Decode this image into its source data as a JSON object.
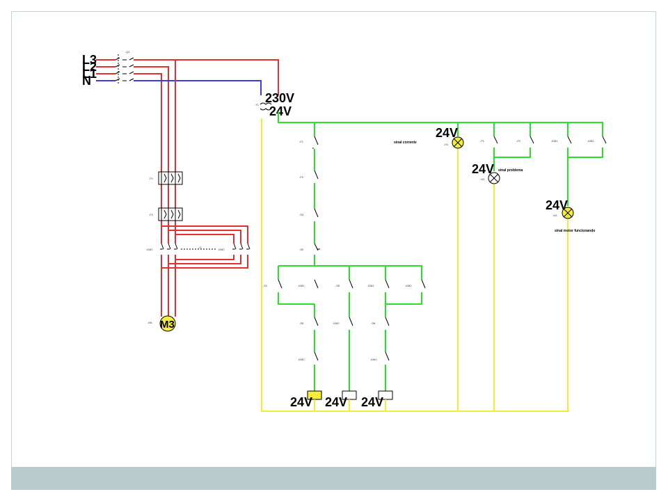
{
  "phases": [
    "L3",
    "L2",
    "L1",
    "N"
  ],
  "components": {
    "main_switch": "-Q1",
    "transformer": "-T1",
    "transformer_primary": "230V",
    "transformer_secondary": "24V",
    "fuse_power_1": "-F1",
    "fuse_power_2": "-F2",
    "contactor_1": "-KM1",
    "contactor_2": "-KM2",
    "motor_tag": "-M1",
    "motor_label": "M3",
    "interlock_tag": "-Q"
  },
  "control_column": [
    "-F1",
    "-F2",
    "-S3",
    "-S2"
  ],
  "control_branches": {
    "row1": [
      "-S1",
      "-KM1",
      "-S5",
      "-KM2",
      "-KM2"
    ],
    "row2": [
      "-S5",
      "-KM2",
      "-S6"
    ],
    "row3": [
      "-KM2",
      "-KM1"
    ]
  },
  "coils": [
    "24V",
    "24V",
    "24V"
  ],
  "right_contacts": [
    "-F1",
    "-F2",
    "-KM1",
    "-KM2"
  ],
  "lamps": [
    {
      "voltage": "24V",
      "tag": "-H1",
      "label": "sinal corrente"
    },
    {
      "voltage": "24V",
      "tag": "-H2",
      "label": "sinal problema"
    },
    {
      "voltage": "24V",
      "tag": "-H3",
      "label": "sinal motor funcionando"
    }
  ],
  "colors": {
    "phase": "#e23030",
    "neutral": "#3b3bd6",
    "control_live": "#29e02b",
    "control_return": "#f0ec3a",
    "lamp_fill": "#f5ee3c",
    "footer": "#b9cbcb"
  }
}
